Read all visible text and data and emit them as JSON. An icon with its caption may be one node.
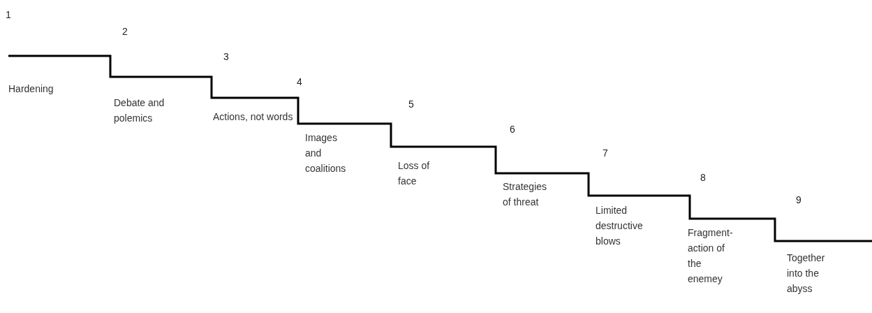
{
  "diagram": {
    "labels": [
      "1",
      "Hardening",
      "2",
      "Debate and polemics",
      "3",
      "Actions, not words",
      "4",
      "Images and coalitions",
      "5",
      "Loss of face",
      "6",
      "Strategies of threat",
      "7",
      "Limited destructive blows",
      "8",
      "Fragment-action of the enemey",
      "9",
      "Together into the abyss"
    ]
  }
}
